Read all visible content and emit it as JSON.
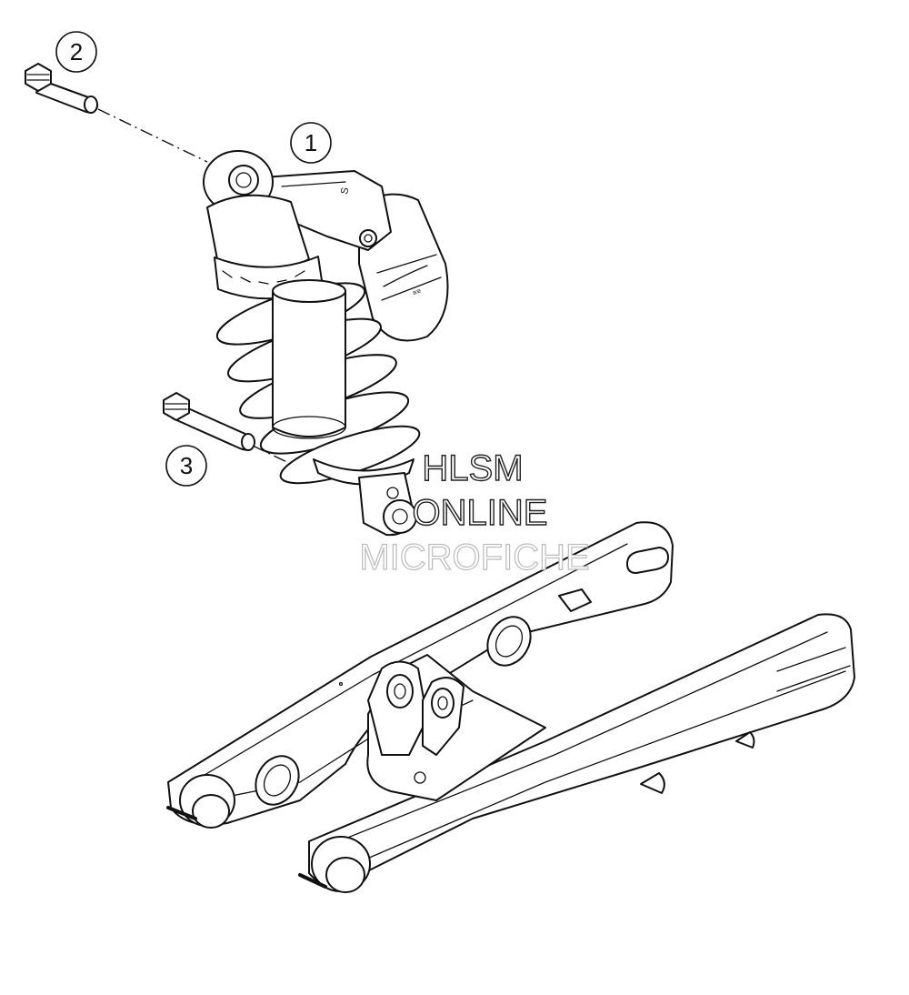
{
  "callouts": [
    {
      "id": "1",
      "label": "1",
      "part": "shock-absorber"
    },
    {
      "id": "2",
      "label": "2",
      "part": "upper-mounting-bolt"
    },
    {
      "id": "3",
      "label": "3",
      "part": "lower-mounting-bolt"
    }
  ],
  "watermark": {
    "line1": "HLSM",
    "line2": "ONLINE",
    "line3": "MICROFICHE"
  },
  "shock_marking": "S",
  "colors": {
    "line": "#111111",
    "background": "#ffffff",
    "watermark_stroke": "#222222",
    "watermark_faint": "#bbbbbb"
  }
}
